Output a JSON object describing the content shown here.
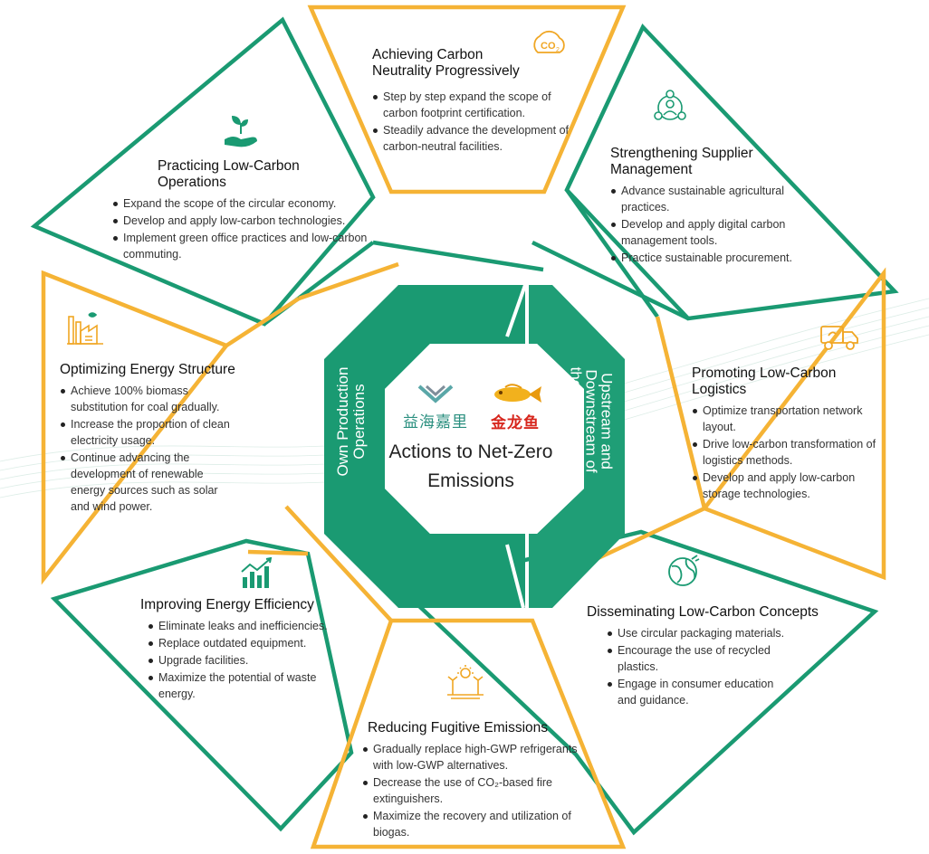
{
  "colors": {
    "green": "#1a9a72",
    "orange": "#f5b335",
    "red": "#d7261d",
    "gold": "#e8a01a"
  },
  "center": {
    "title_line1": "Actions to Net-Zero",
    "title_line2": "Emissions",
    "left_band": "Own Production Operations",
    "left_band_line1": "Own Production",
    "left_band_line2": "Operations",
    "right_band": "Upstream and Downstream of the Value Chain",
    "right_band_line1": "Upstream and",
    "right_band_line2": "Downstream of",
    "right_band_line3": "the Value Chain",
    "logo_wilmar": "益海嘉里",
    "logo_jinlongyu": "金龙鱼"
  },
  "panels": {
    "carbon_neutrality": {
      "title": "Achieving Carbon Neutrality Progressively",
      "title_line1": "Achieving Carbon",
      "title_line2": "Neutrality Progressively",
      "icon": "co2-icon",
      "icon_text": "CO",
      "icon_sub": "2",
      "items": [
        "Step by step expand the scope of carbon footprint certification.",
        "Steadily advance the development of carbon-neutral facilities."
      ]
    },
    "supplier": {
      "title": "Strengthening Supplier Management",
      "title_line1": "Strengthening Supplier",
      "title_line2": "Management",
      "icon": "supplier-network-icon",
      "items": [
        "Advance sustainable agricultural practices.",
        "Develop and apply digital carbon management tools.",
        "Practice sustainable procurement."
      ]
    },
    "logistics": {
      "title": "Promoting Low-Carbon Logistics",
      "title_line1": "Promoting Low-Carbon",
      "title_line2": "Logistics",
      "icon": "delivery-truck-icon",
      "items": [
        "Optimize transportation network layout.",
        "Drive low-carbon transformation of logistics methods.",
        "Develop and apply low-carbon storage technologies."
      ]
    },
    "concepts": {
      "title": "Disseminating Low-Carbon Concepts",
      "icon": "eco-globe-icon",
      "items": [
        "Use circular packaging materials.",
        "Encourage the use of recycled plastics.",
        "Engage in consumer education and guidance."
      ]
    },
    "fugitive": {
      "title": "Reducing Fugitive Emissions",
      "icon": "wind-solar-icon",
      "items": [
        "Gradually replace high-GWP refrigerants with low-GWP alternatives.",
        "Decrease the use of CO₂-based fire extinguishers.",
        "Maximize the recovery and utilization of biogas."
      ]
    },
    "efficiency": {
      "title": "Improving Energy Efficiency",
      "icon": "growth-chart-icon",
      "items": [
        "Eliminate leaks and inefficiencies.",
        "Replace outdated equipment.",
        "Upgrade facilities.",
        "Maximize the potential of waste energy."
      ]
    },
    "energy_structure": {
      "title": "Optimizing Energy Structure",
      "icon": "factory-energy-icon",
      "items": [
        "Achieve 100% biomass substitution for coal gradually.",
        "Increase the proportion of clean electricity usage.",
        "Continue advancing the development of renewable energy sources such as solar and wind power."
      ]
    },
    "operations": {
      "title": "Practicing Low-Carbon Operations",
      "title_line1": "Practicing Low-Carbon",
      "title_line2": "Operations",
      "icon": "plant-in-hand-icon",
      "items": [
        "Expand the scope of the circular economy.",
        "Develop and apply low-carbon technologies.",
        "Implement green office practices and low-carbon commuting."
      ]
    }
  }
}
